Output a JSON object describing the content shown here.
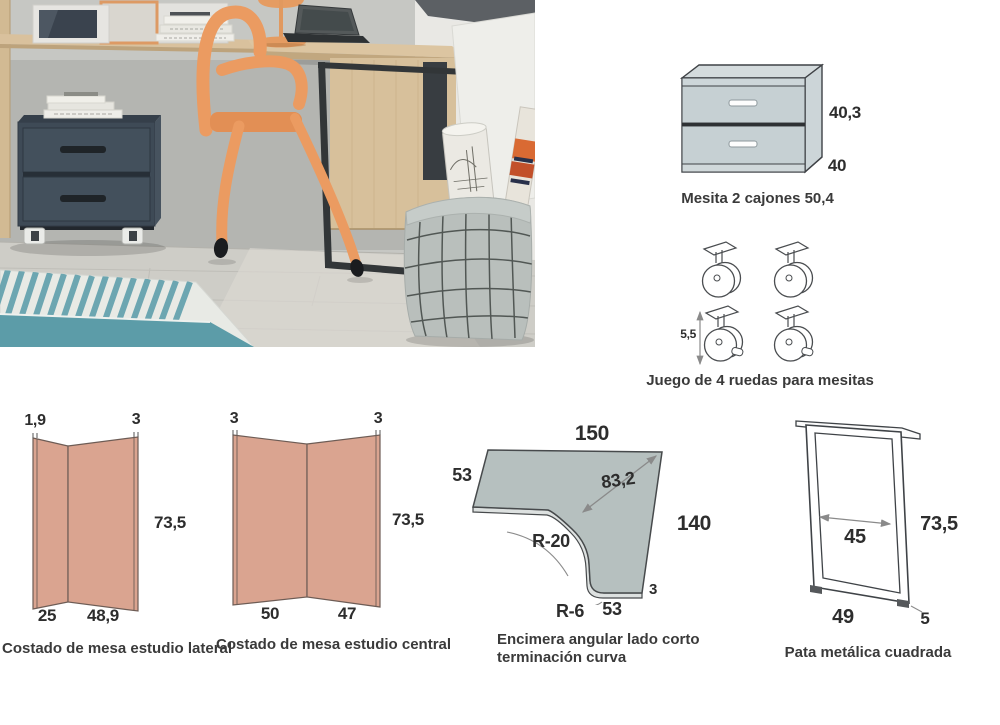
{
  "palette": {
    "accent_orange": "#e99a60",
    "wood": "#d8c09c",
    "nightstand_gray": "#3e4a56",
    "rug_teal": "#5c9ca8",
    "drawing_panel_fill": "#daa490",
    "drawing_counter_fill": "#b6c0bf",
    "drawing_drawer_fill": "#c6d0d3",
    "text_color": "#3a3a3a"
  },
  "figures": {
    "mesita": {
      "caption": "Mesita 2 cajones 50,4",
      "dims": {
        "height": "40,3",
        "depth": "40"
      }
    },
    "ruedas": {
      "caption": "Juego de 4 ruedas para mesitas",
      "dims": {
        "plate_height": "5,5"
      }
    },
    "costado_lateral": {
      "caption": "Costado de mesa estudio lateral",
      "dims": {
        "thickness_left": "1,9",
        "thickness_right": "3",
        "height": "73,5",
        "width_left": "25",
        "width_right": "48,9"
      }
    },
    "costado_central": {
      "caption": "Costado de mesa estudio central",
      "dims": {
        "thickness_left": "3",
        "thickness_right": "3",
        "height": "73,5",
        "width_left": "50",
        "width_right": "47"
      }
    },
    "encimera": {
      "caption_line1": "Encimera angular lado corto",
      "caption_line2": "terminación curva",
      "dims": {
        "top_width": "150",
        "left_depth": "53",
        "diagonal": "83,2",
        "right_length": "140",
        "inner_radius": "R-20",
        "corner_radius": "R-6",
        "bottom_width": "53",
        "thickness": "3"
      }
    },
    "pata": {
      "caption": "Pata metálica cuadrada",
      "dims": {
        "inner_width": "45",
        "height": "73,5",
        "outer_width": "49",
        "tube_width": "5"
      }
    }
  }
}
